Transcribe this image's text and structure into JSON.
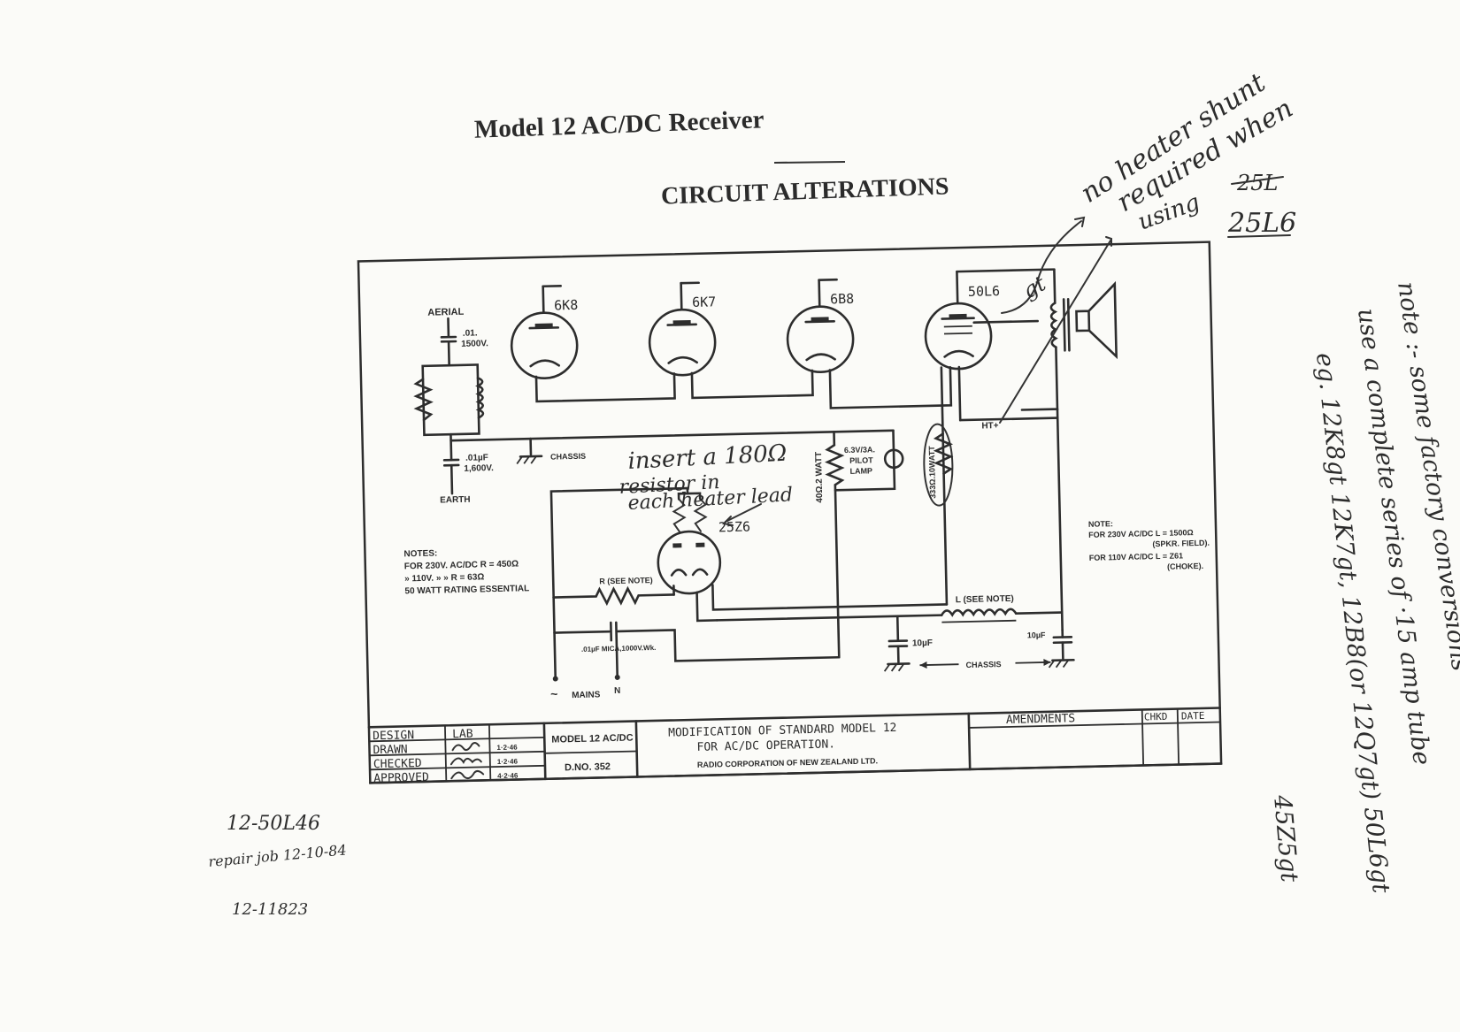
{
  "title": "Model 12 AC/DC Receiver",
  "subtitle": "CIRCUIT ALTERATIONS",
  "tubes": [
    "6K8",
    "6K7",
    "6B8",
    "50L6",
    "25Z6"
  ],
  "labels": {
    "aerial": "AERIAL",
    "aerial_cap_value": ".01.",
    "aerial_cap_voltage": "1500V.",
    "earth_cap_value": ".01µF",
    "earth_cap_voltage": "1,600V.",
    "chassis_top": "CHASSIS",
    "earth": "EARTH",
    "resistor_40": "40Ω.2 WATT",
    "pilot_value": "6.3V/3A.",
    "pilot_label_1": "PILOT",
    "pilot_label_2": "LAMP",
    "resistor_333": "333Ω.10WATT",
    "ht_plus": "HT+",
    "r_see_note": "R (SEE NOTE)",
    "mica_cap": ".01µF MICA,1000V.Wk.",
    "mains": "MAINS",
    "mains_n": "N",
    "choke": "L (SEE NOTE)",
    "cap_10uf_left": "10µF",
    "cap_10uf_right": "10µF",
    "chassis_bottom": "CHASSIS"
  },
  "notes_left": {
    "heading": "NOTES:",
    "line1": "FOR 230V. AC/DC R = 450Ω",
    "line2": "»  110V.  »  »  R = 63Ω",
    "line3": "50 WATT RATING ESSENTIAL"
  },
  "notes_right": {
    "heading": "NOTE:",
    "line1": "FOR 230V AC/DC  L = 1500Ω",
    "line2": "(SPKR. FIELD).",
    "line3": "FOR 110V AC/DC  L = Z61",
    "line4": "(CHOKE)."
  },
  "title_block": {
    "rows": [
      {
        "role": "DESIGN",
        "initials": "LAB",
        "date": ""
      },
      {
        "role": "DRAWN",
        "initials": "",
        "date": "1·2·46"
      },
      {
        "role": "CHECKED",
        "initials": "",
        "date": "1·2·46"
      },
      {
        "role": "APPROVED",
        "initials": "",
        "date": "4·2·46"
      }
    ],
    "model": "MODEL 12 AC/DC",
    "drawing_no": "D.NO. 352",
    "description_1": "MODIFICATION OF STANDARD MODEL 12",
    "description_2": "FOR  AC/DC  OPERATION.",
    "company": "RADIO CORPORATION OF NEW ZEALAND LTD.",
    "amendments": "AMENDMENTS",
    "chkd": "CHKD",
    "date": "DATE"
  },
  "handwriting": {
    "top_right_1": "no heater shunt",
    "top_right_2": "required when",
    "top_right_3": "using",
    "top_right_struck": "25L",
    "top_right_4": "25L6",
    "tube_suffix": "gt",
    "insert_1": "insert a 180Ω",
    "insert_2": "resistor in",
    "insert_3": "each heater lead",
    "side_1": "note :- some factory conversions",
    "side_2": "use a complete series of ·15 amp tube",
    "side_3": "eg. 12K8gt 12K7gt, 12B8(or 12Q7gt) 50L6gt",
    "side_4": "45Z5gt",
    "left_1": "12-50L46",
    "left_2": "repair job 12-10-84",
    "left_3": "12-11823"
  }
}
